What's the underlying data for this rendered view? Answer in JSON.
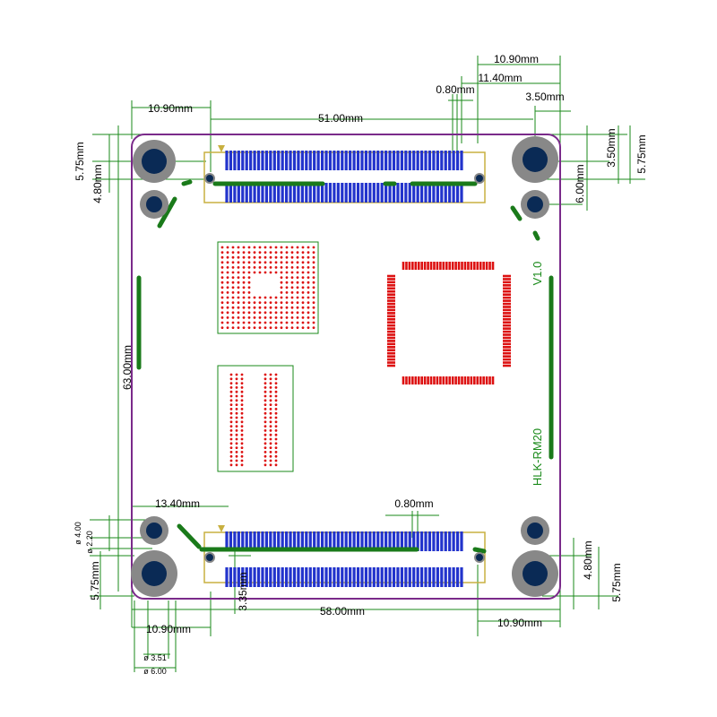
{
  "board": {
    "name": "HLK-RM20",
    "version": "V1.0"
  },
  "colors": {
    "outline": "#7a2a8a",
    "dimension": "#1a8a1a",
    "pad_blue": "#2233cc",
    "pad_red": "#dd1111",
    "trace_green": "#1a7a1a",
    "hole_gray": "#888888",
    "hole_dark": "#0a2a55",
    "silk_yellow": "#c8b040"
  },
  "dimensions": {
    "top_connector_right_offset": "10.90mm",
    "top_pitch_right": "11.40mm",
    "top_pin_width": "0.80mm",
    "hole_edge_right": "3.50mm",
    "top_left_offset": "10.90mm",
    "top_connector_span": "51.00mm",
    "left_top_575": "5.75mm",
    "left_top_480": "4.80mm",
    "right_top_350": "3.50mm",
    "right_top_575": "5.75mm",
    "right_top_600": "6.00mm",
    "height_total": "63.00mm",
    "bottom_left_offset": "13.40mm",
    "bottom_pin_width": "0.80mm",
    "hole_dia_small_outer": "ø 4.00",
    "hole_dia_small_inner": "ø 2.20",
    "left_bottom_575": "5.75mm",
    "bottom_connector_y": "3.35mm",
    "bottom_connector_span": "58.00mm",
    "right_bottom_480": "4.80mm",
    "right_bottom_575": "5.75mm",
    "bottom_left_1090": "10.90mm",
    "bottom_right_1090": "10.90mm",
    "hole_dia_big_inner": "ø 3.51",
    "hole_dia_big_outer": "ø 6.00"
  }
}
